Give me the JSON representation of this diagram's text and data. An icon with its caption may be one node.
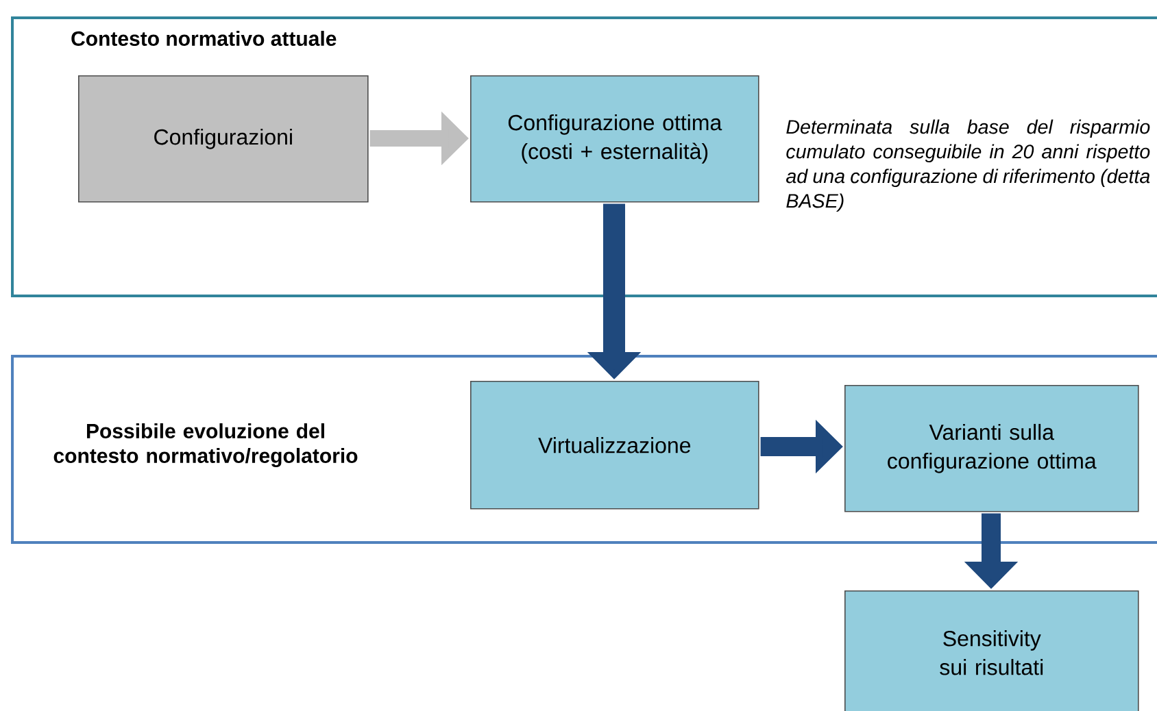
{
  "diagram": {
    "nodes": [
      {
        "text": [
          "Contesto normativo attuale"
        ]
      },
      {
        "text": [
          "Configurazioni"
        ],
        "in": 0
      },
      {
        "text": [
          "Configurazione ottima (costi + esternalità)"
        ],
        "in": 0,
        "beside": [
          "Determinata sulla base del risparmio cumulato conseguibile in 20 anni rispetto ad una configurazione di riferimento (detta BASE)"
        ]
      },
      {
        "text": [
          "Possibile evoluzione del contesto normativo/regolatorio"
        ]
      },
      {
        "text": [
          "Virtualizzazione"
        ],
        "in": 3
      },
      {
        "text": [
          "Varianti sulla configurazione ottima"
        ],
        "in": 3
      },
      {
        "text": [
          "Sensitivity sui risultati"
        ]
      }
    ],
    "edges": [
      {
        "from": 1,
        "to": 2,
        "arrow": "to",
        "color": "#bfbfbf"
      },
      {
        "from": 2,
        "to": 4,
        "arrow": "to"
      },
      {
        "from": 4,
        "to": 5,
        "arrow": "to"
      },
      {
        "from": 5,
        "to": 6,
        "arrow": "to"
      }
    ]
  }
}
